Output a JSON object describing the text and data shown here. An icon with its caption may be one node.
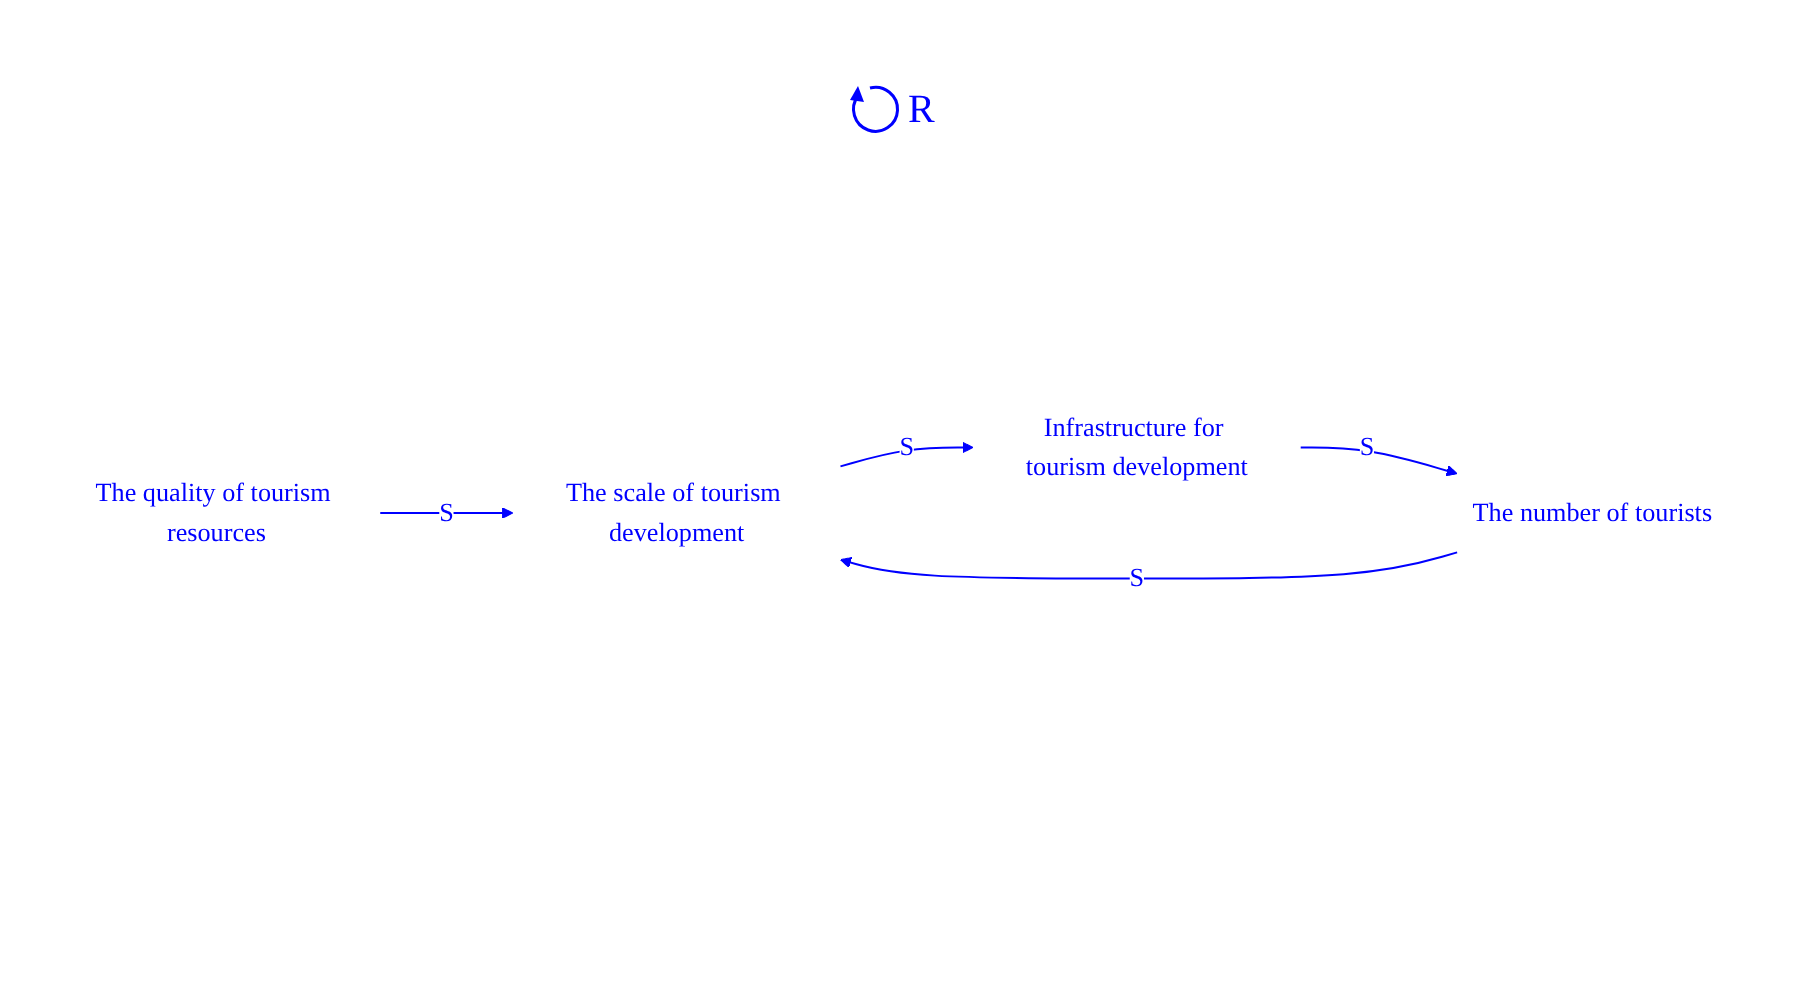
{
  "diagram": {
    "nodes": [
      {
        "text": [
          "The scale of tourism development"
        ]
      },
      {
        "text": [
          "The quality of tourism resources"
        ]
      },
      {
        "text": [
          "Infrastructure for tourism development"
        ]
      },
      {
        "text": [
          "The number of tourists"
        ]
      }
    ],
    "edges": [
      {
        "from": 1,
        "to": 0,
        "arrow": "to",
        "label": "S"
      },
      {
        "from": 0,
        "to": 2,
        "arrow": "to",
        "label": "S"
      },
      {
        "from": 2,
        "to": 3,
        "arrow": "to",
        "label": "S"
      },
      {
        "from": 3,
        "to": 0,
        "arrow": "to",
        "label": "S"
      }
    ],
    "labels": [
      "R"
    ]
  }
}
